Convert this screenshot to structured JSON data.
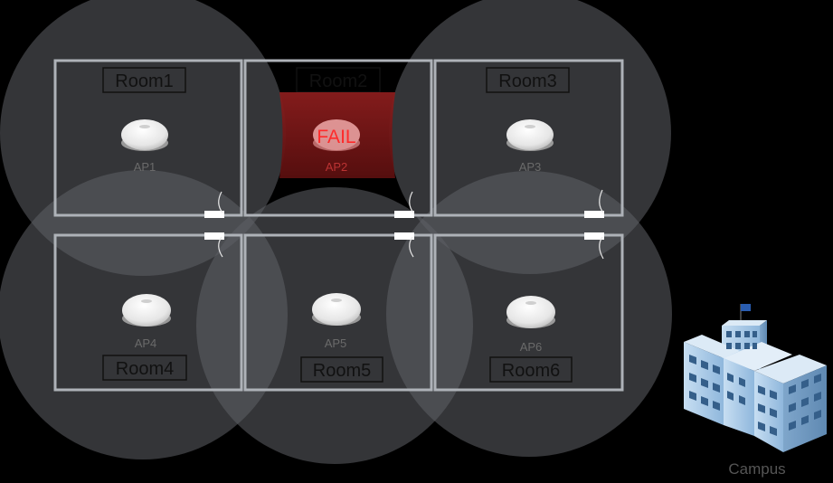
{
  "rooms": [
    {
      "label": "Room1"
    },
    {
      "label": "Room2"
    },
    {
      "label": "Room3"
    },
    {
      "label": "Room4"
    },
    {
      "label": "Room5"
    },
    {
      "label": "Room6"
    }
  ],
  "access_points": [
    {
      "label": "AP1",
      "status": "ok"
    },
    {
      "label": "AP2",
      "status": "failed"
    },
    {
      "label": "AP3",
      "status": "ok"
    },
    {
      "label": "AP4",
      "status": "ok"
    },
    {
      "label": "AP5",
      "status": "ok"
    },
    {
      "label": "AP6",
      "status": "ok"
    }
  ],
  "fail_badge": "FAIL",
  "campus": {
    "label": "Campus",
    "icon": "campus-building-icon"
  },
  "colors": {
    "background": "#000000",
    "coverage": "#5f6166",
    "room_border": "#aeb2b8",
    "fail": "#ff2a2a",
    "building": "#9ec5e6"
  }
}
